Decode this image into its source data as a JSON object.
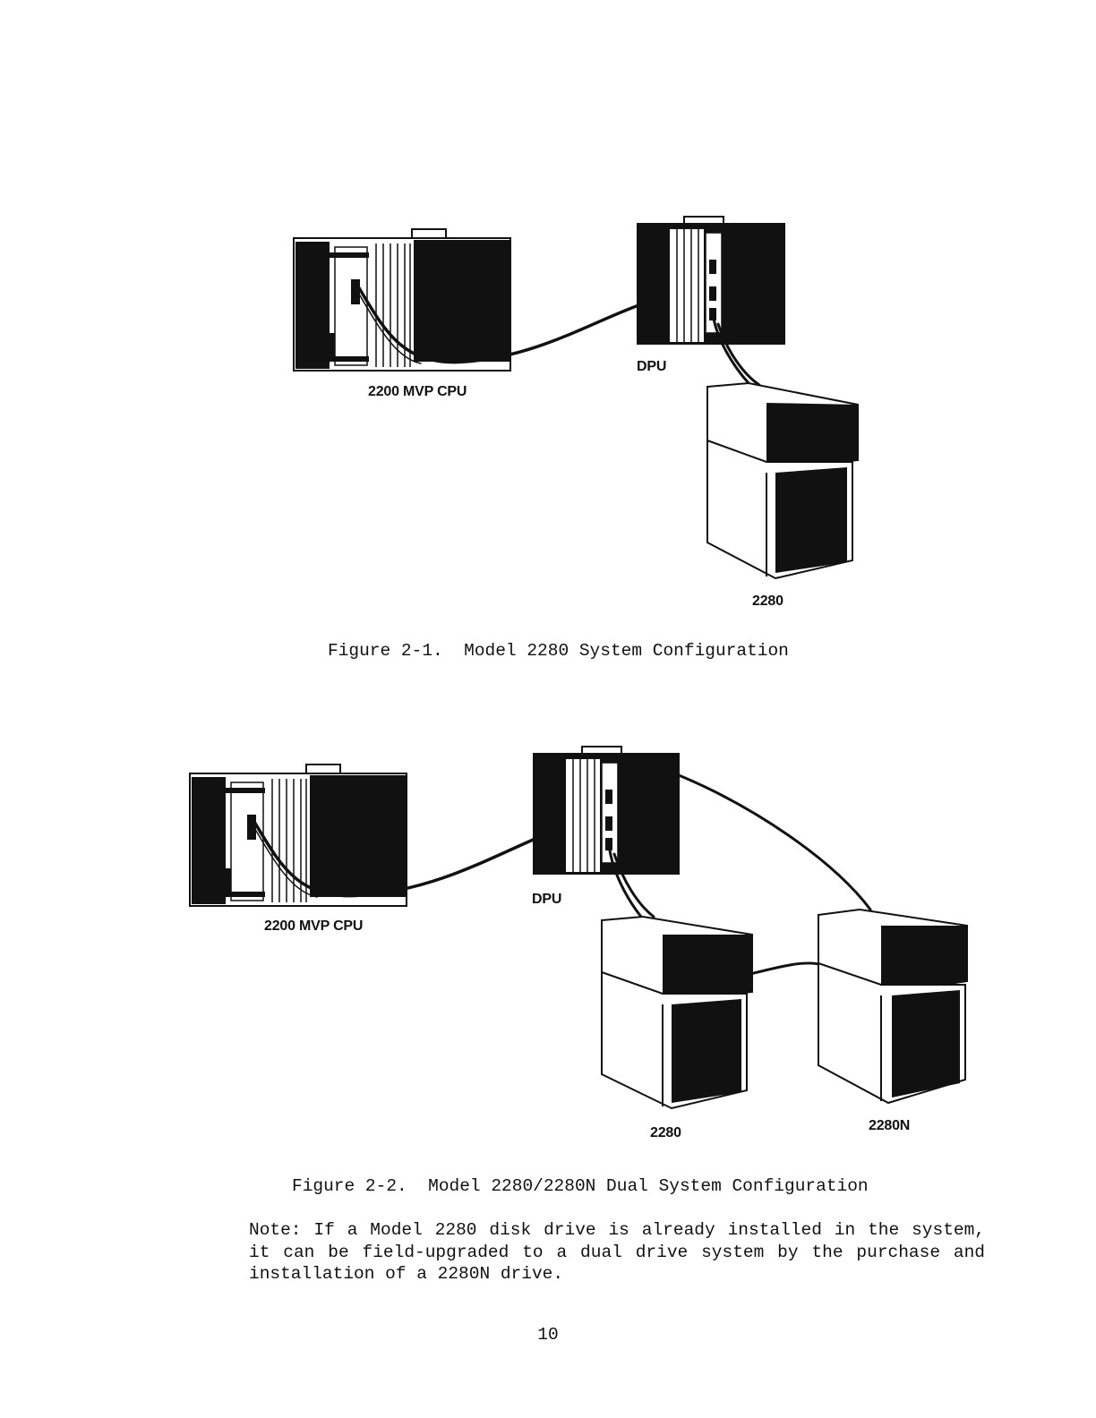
{
  "figure1": {
    "labels": {
      "cpu": "2200 MVP CPU",
      "dpu": "DPU",
      "drive": "2280"
    },
    "caption": "Figure 2-1.  Model 2280 System Configuration"
  },
  "figure2": {
    "labels": {
      "cpu": "2200 MVP CPU",
      "dpu": "DPU",
      "drive": "2280",
      "drive_n": "2280N"
    },
    "caption": "Figure 2-2.  Model 2280/2280N Dual System Configuration"
  },
  "note": "Note:  If a Model 2280 disk drive is already installed in the system, it can be field-upgraded to a dual drive system by the purchase and installation of a 2280N drive.",
  "page_number": "10"
}
